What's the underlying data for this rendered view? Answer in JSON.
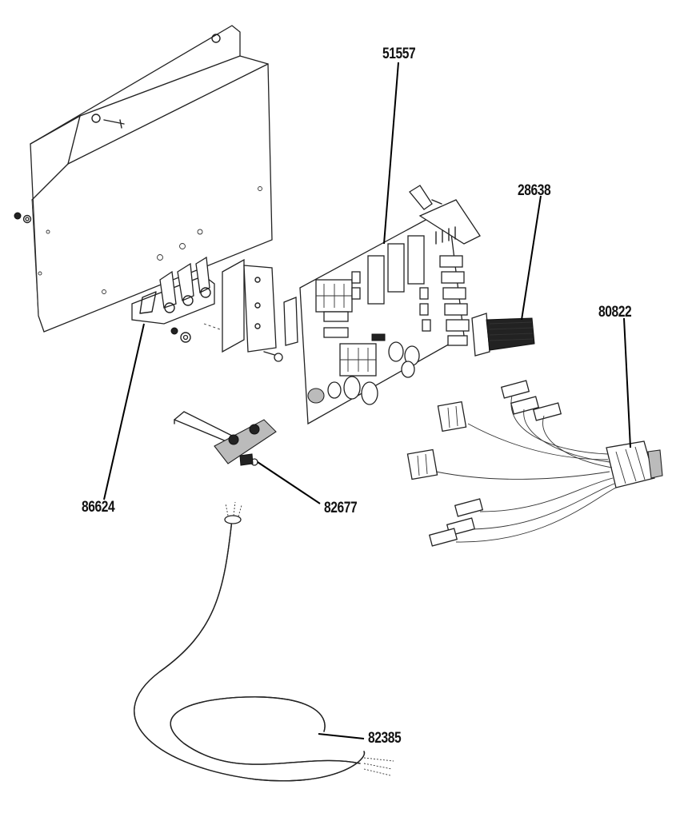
{
  "parts": [
    {
      "id": "p51557",
      "label": "51557"
    },
    {
      "id": "p28638",
      "label": "28638"
    },
    {
      "id": "p80822",
      "label": "80822"
    },
    {
      "id": "p86624",
      "label": "86624"
    },
    {
      "id": "p82677",
      "label": "82677"
    },
    {
      "id": "p82385",
      "label": "82385"
    }
  ]
}
